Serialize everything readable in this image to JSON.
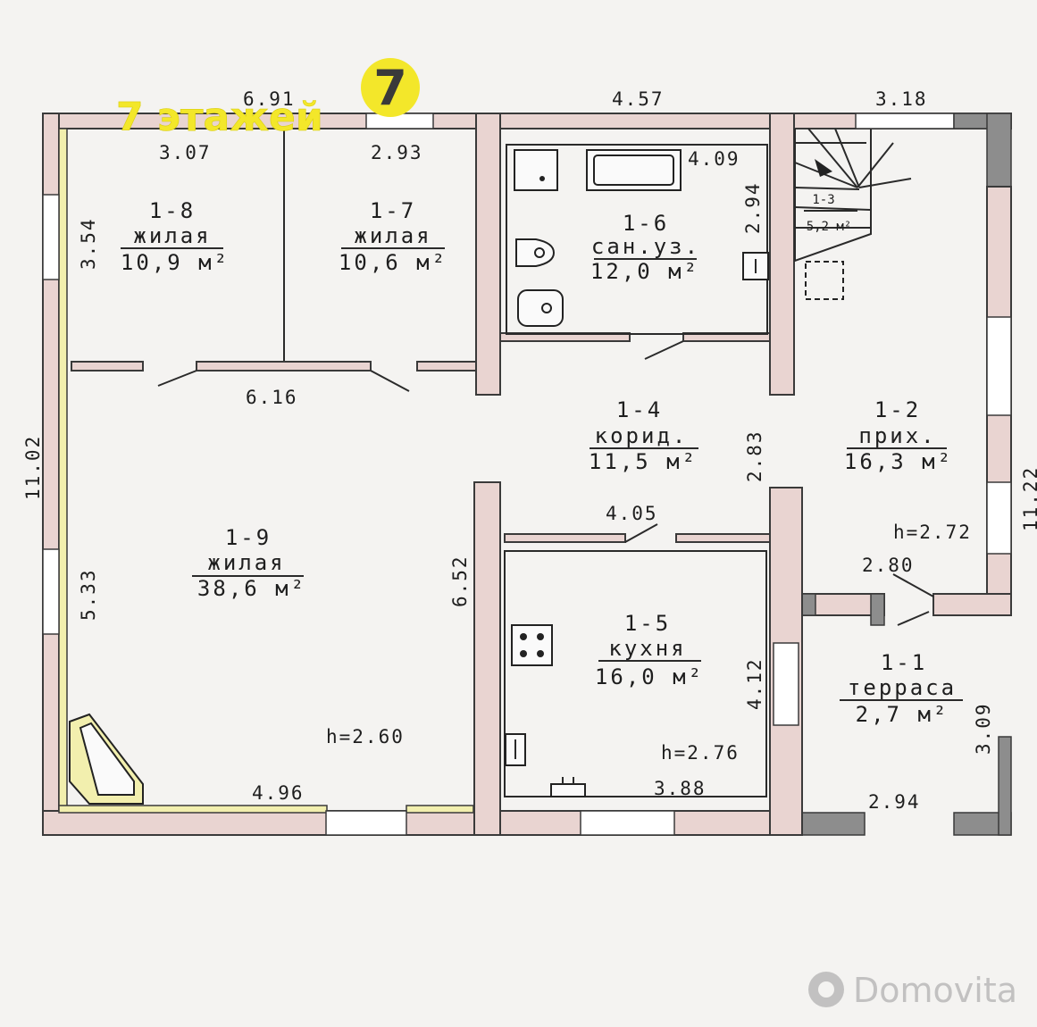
{
  "brand": {
    "badge_text": "7 этажей",
    "badge_number": "7",
    "badge_color": "#f3e72a",
    "watermark": "Domovita"
  },
  "dimensions": {
    "top_left": "6.91",
    "top_mid": "4.57",
    "top_right": "3.18",
    "room18_w": "3.07",
    "room17_w": "2.93",
    "bath_w": "4.09",
    "bath_h": "2.94",
    "left_upper": "3.54",
    "left_total": "11.02",
    "left_lower": "5.33",
    "mid_616": "6.16",
    "corr_h": "2.83",
    "right_total": "11.22",
    "kitchen_w": "4.05",
    "living_h": "6.52",
    "kitchen_h": "4.12",
    "terr_h": "3.09",
    "living_bottom": "4.96",
    "kitchen_bottom": "3.88",
    "terr_bottom": "2.94",
    "hall_door": "2.80",
    "h_hall": "h=2.72",
    "h_living": "h=2.60",
    "h_kitchen": "h=2.76"
  },
  "rooms": [
    {
      "num": "1-8",
      "name": "жилая",
      "area": "10,9 м²"
    },
    {
      "num": "1-7",
      "name": "жилая",
      "area": "10,6 м²"
    },
    {
      "num": "1-6",
      "name": "сан.уз.",
      "area": "12,0 м²"
    },
    {
      "num": "1-3",
      "name": "",
      "area": "5,2 м²"
    },
    {
      "num": "1-4",
      "name": "корид.",
      "area": "11,5 м²"
    },
    {
      "num": "1-2",
      "name": "прих.",
      "area": "16,3 м²"
    },
    {
      "num": "1-9",
      "name": "жилая",
      "area": "38,6 м²"
    },
    {
      "num": "1-5",
      "name": "кухня",
      "area": "16,0 м²"
    },
    {
      "num": "1-1",
      "name": "терраса",
      "area": "2,7 м²"
    }
  ]
}
